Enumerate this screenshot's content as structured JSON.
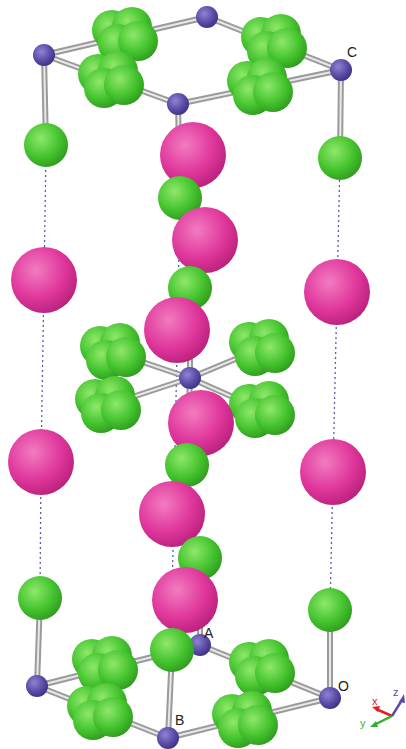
{
  "diagram": {
    "labels": [
      "C",
      "A",
      "B",
      "O",
      "x",
      "y",
      "z"
    ]
  }
}
